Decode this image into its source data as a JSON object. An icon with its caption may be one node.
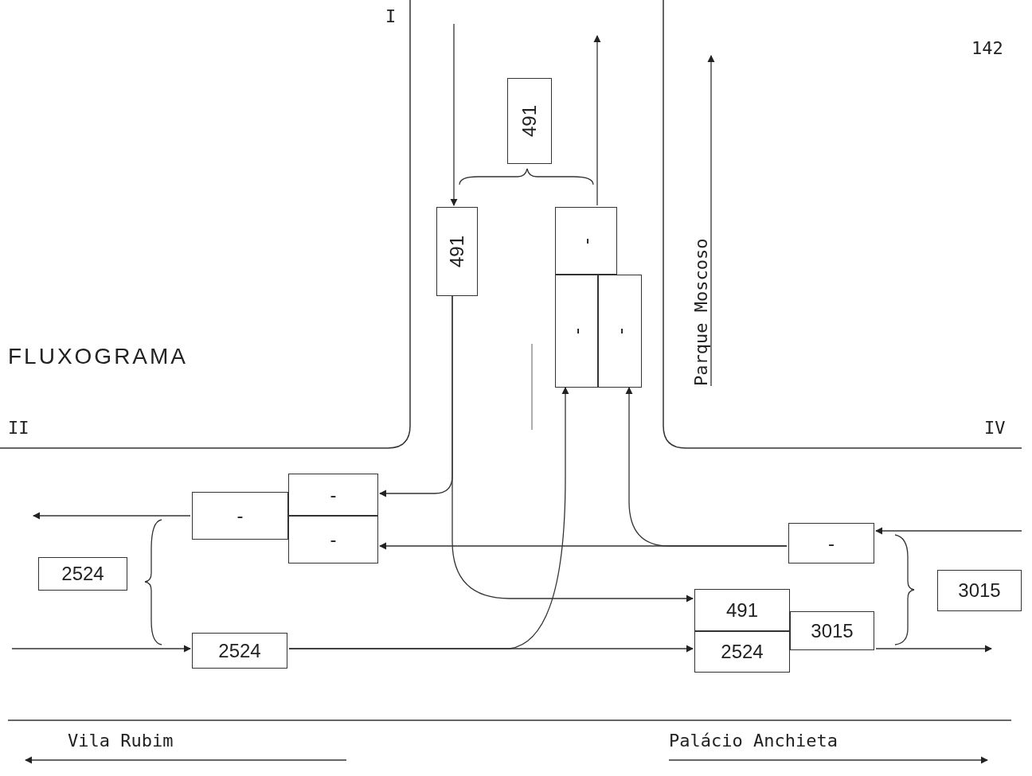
{
  "diagram": {
    "title": "FLUXOGRAMA",
    "nodes": [
      {
        "text": [
          "491"
        ]
      },
      {
        "text": [
          "491"
        ]
      },
      {
        "text": [
          "-"
        ]
      },
      {
        "text": [
          "-"
        ]
      },
      {
        "text": [
          "-"
        ]
      },
      {
        "text": [
          "-"
        ]
      },
      {
        "text": [
          "-"
        ]
      },
      {
        "text": [
          "-"
        ]
      },
      {
        "text": [
          "2524"
        ]
      },
      {
        "text": [
          "2524"
        ]
      },
      {
        "text": [
          "-"
        ]
      },
      {
        "text": [
          "491"
        ]
      },
      {
        "text": [
          "2524"
        ]
      },
      {
        "text": [
          "3015"
        ]
      },
      {
        "text": [
          "3015"
        ]
      }
    ],
    "edges": [
      {
        "from": null,
        "to": 1,
        "arrow": "to"
      },
      {
        "from": 2,
        "to": null,
        "arrow": "to"
      },
      {
        "from": 1,
        "to": 6,
        "arrow": "to"
      },
      {
        "from": 1,
        "to": 11,
        "arrow": "to"
      },
      {
        "from": 5,
        "to": null,
        "arrow": "to"
      },
      {
        "from": null,
        "to": 9,
        "arrow": "to"
      },
      {
        "from": 9,
        "to": 12,
        "arrow": "to"
      },
      {
        "from": 9,
        "to": 3,
        "arrow": "to"
      },
      {
        "from": null,
        "to": 10,
        "arrow": "to"
      },
      {
        "from": 10,
        "to": 7,
        "arrow": "to"
      },
      {
        "from": 10,
        "to": 4,
        "arrow": "to"
      },
      {
        "from": 13,
        "to": null,
        "arrow": "to"
      }
    ],
    "labels": [
      "I",
      "142",
      "Parque Moscoso",
      "II",
      "IV",
      "Vila Rubim",
      "Palácio Anchieta"
    ]
  }
}
